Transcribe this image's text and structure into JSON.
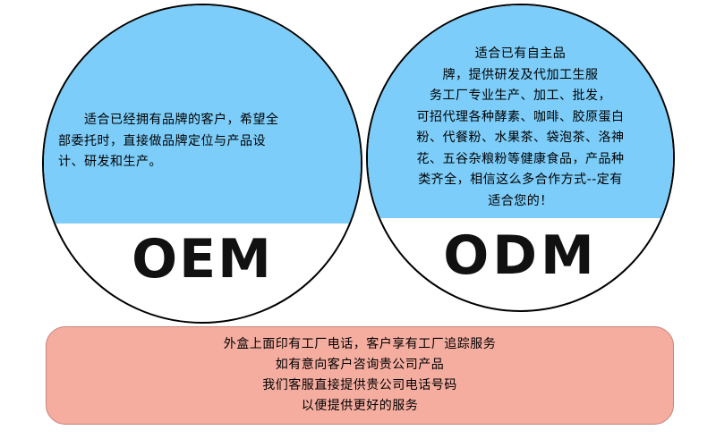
{
  "oem": {
    "text": "　　适合已经拥有品牌的客户，希望全\n部委托时，直接做品牌定位与产品设\n计、研发和生产。",
    "label": "OEM"
  },
  "odm": {
    "text": "适合已有自主品\n牌，提供研发及代加工生服\n务工厂专业生产、加工、批发，\n可招代理各种酵素、咖啡、胶原蛋白\n粉、代餐粉、水果茶、袋泡茶、洛神\n花、五谷杂粮粉等健康食品，产品种\n类齐全，相信这么多合作方式--定有\n适合您的！",
    "label": "ODM"
  },
  "info": {
    "lines": [
      "外盒上面印有工厂电话，客户享有工厂追踪服务",
      "如有意向客户咨询贵公司产品",
      "我们客服直接提供贵公司电话号码",
      "以便提供更好的服务"
    ]
  },
  "colors": {
    "circle_fill": "#7ccdf9",
    "info_box_fill": "#f5ada0"
  }
}
